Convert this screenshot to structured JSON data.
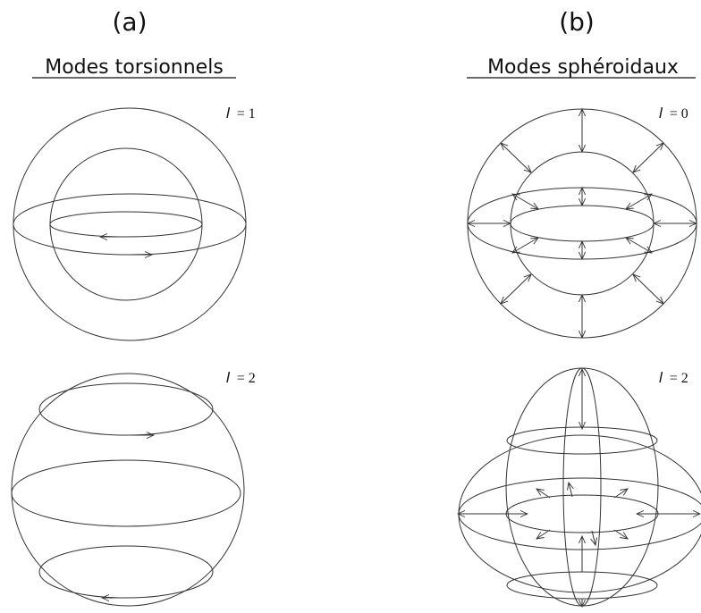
{
  "panels": [
    {
      "label": "(a)",
      "title": "Modes torsionnels",
      "sub": [
        {
          "degree_symbol": "l",
          "degree_text": "= 1"
        },
        {
          "degree_symbol": "l",
          "degree_text": "= 2"
        }
      ]
    },
    {
      "label": "(b)",
      "title": "Modes sphéroidaux",
      "sub": [
        {
          "degree_symbol": "l",
          "degree_text": "= 0"
        },
        {
          "degree_symbol": "l",
          "degree_text": "= 2"
        }
      ]
    }
  ],
  "colors": {
    "line": "#333333",
    "text": "#111111",
    "background": "#ffffff"
  }
}
